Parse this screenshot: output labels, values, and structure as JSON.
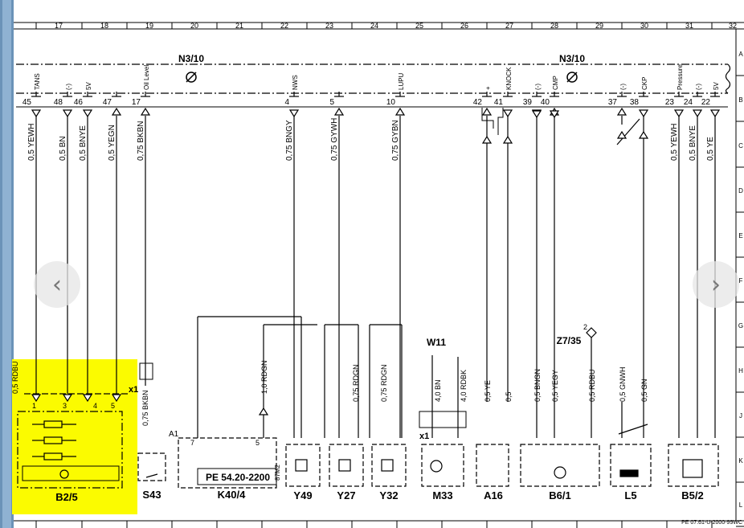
{
  "diagram": {
    "columns": [
      "17",
      "18",
      "19",
      "20",
      "21",
      "22",
      "23",
      "24",
      "25",
      "26",
      "27",
      "28",
      "29",
      "30",
      "31",
      "32"
    ],
    "rows": [
      "A",
      "B",
      "C",
      "D",
      "E",
      "F",
      "G",
      "H",
      "J",
      "K",
      "L"
    ],
    "module_left": "N3/10",
    "module_right": "N3/10",
    "pins": [
      {
        "num": "45",
        "sig": "TANS",
        "wire": "0,5  YEWH"
      },
      {
        "num": "48",
        "sig": "(-)",
        "wire": "0,5  BN"
      },
      {
        "num": "46",
        "sig": "5V",
        "wire": "0,5  BNYE"
      },
      {
        "num": "47",
        "sig": "",
        "wire": "0,5  YEGN"
      },
      {
        "num": "17",
        "sig": "Oil Level",
        "wire": "0,75  BKBN"
      },
      {
        "num": "4",
        "sig": "NWS",
        "wire": "0,75  BNGY"
      },
      {
        "num": "5",
        "sig": "",
        "wire": "0,75  GYWH"
      },
      {
        "num": "10",
        "sig": "LUPU",
        "wire": "0,75  GYBN"
      },
      {
        "num": "42",
        "sig": "+",
        "wire": ""
      },
      {
        "num": "41",
        "sig": "KNOCK",
        "wire": ""
      },
      {
        "num": "39",
        "sig": "(-)",
        "wire": ""
      },
      {
        "num": "40",
        "sig": "CMP",
        "wire": ""
      },
      {
        "num": "37",
        "sig": "(-)",
        "wire": ""
      },
      {
        "num": "38",
        "sig": "CKP",
        "wire": ""
      },
      {
        "num": "23",
        "sig": "Pressure",
        "wire": "0,5  YEWH"
      },
      {
        "num": "24",
        "sig": "(-)",
        "wire": "0,5  BNYE"
      },
      {
        "num": "22",
        "sig": "5V",
        "wire": "0,5  YE"
      }
    ],
    "lower_wires": [
      "0,5  RDBU",
      "0,75  BKBN",
      "1,0  RDGN",
      "0,75  RDGN",
      "0,75  RDGN",
      "4,0  BN",
      "4,0  RDBK",
      "0,5  YE",
      "0,5",
      "0,5  BNGN",
      "0,5  YEGY",
      "0,5  RDBU",
      "0,5  GNWH",
      "0,5  GN"
    ],
    "components": {
      "b2_5": "B2/5",
      "s43": "S43",
      "k40_4": "K40/4",
      "y49": "Y49",
      "y27": "Y27",
      "y32": "Y32",
      "m33": "M33",
      "a16": "A16",
      "b6_1": "B6/1",
      "l5": "L5",
      "b5_2": "B5/2"
    },
    "labels": {
      "w11": "W11",
      "z7_35": "Z7/35",
      "z7_pin": "2",
      "x1_a": "x1",
      "x1_b": "x1",
      "a1": "A1",
      "k40_pin": "87M2",
      "ref_box": "PE  54.20-2200",
      "footer": "PE 07.61-U-2000-99WC"
    },
    "highlight_color": "#fbfb00"
  },
  "nav": {
    "prev": "‹",
    "next": "›"
  }
}
